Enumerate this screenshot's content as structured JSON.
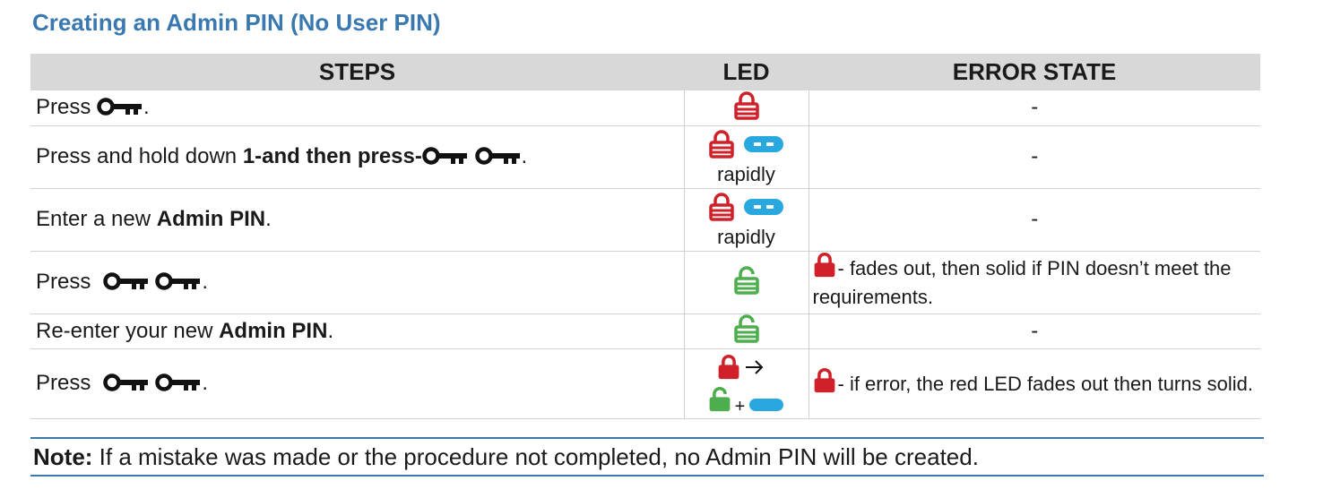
{
  "title": "Creating an Admin PIN (No User PIN)",
  "headers": {
    "steps": "STEPS",
    "led": "LED",
    "error": "ERROR STATE"
  },
  "rows": [
    {
      "pre": "Press ",
      "post": ".",
      "error": "-"
    },
    {
      "pre": "Press and hold down ",
      "bold": "1-and then press-",
      "post": ".",
      "led_caption": "rapidly",
      "error": "-"
    },
    {
      "pre": "Enter a new ",
      "bold": "Admin PIN",
      "post": ".",
      "led_caption": "rapidly",
      "error": "-"
    },
    {
      "pre": "Press  ",
      "post": ".",
      "error": "- fades out, then solid if PIN doesn’t meet the requirements."
    },
    {
      "pre": "Re-enter your new ",
      "bold": "Admin PIN",
      "post": ".",
      "error": "-"
    },
    {
      "pre": "Press  ",
      "post": ".",
      "led_plus": "+",
      "error": "- if error, the red LED fades out then turns solid."
    }
  ],
  "note": {
    "label": "Note:",
    "text": " If a mistake was made or the procedure not completed, no Admin PIN will be created."
  },
  "colors": {
    "red_led": "#d0202a",
    "green_led": "#4cae4c",
    "blue_led": "#29a8e0",
    "title": "#3a78b0",
    "header_bg": "#d8d8d8"
  },
  "icons": [
    "key-icon",
    "red-lock-icon",
    "green-lock-icon",
    "blue-led-icon",
    "arrow-right-icon"
  ]
}
